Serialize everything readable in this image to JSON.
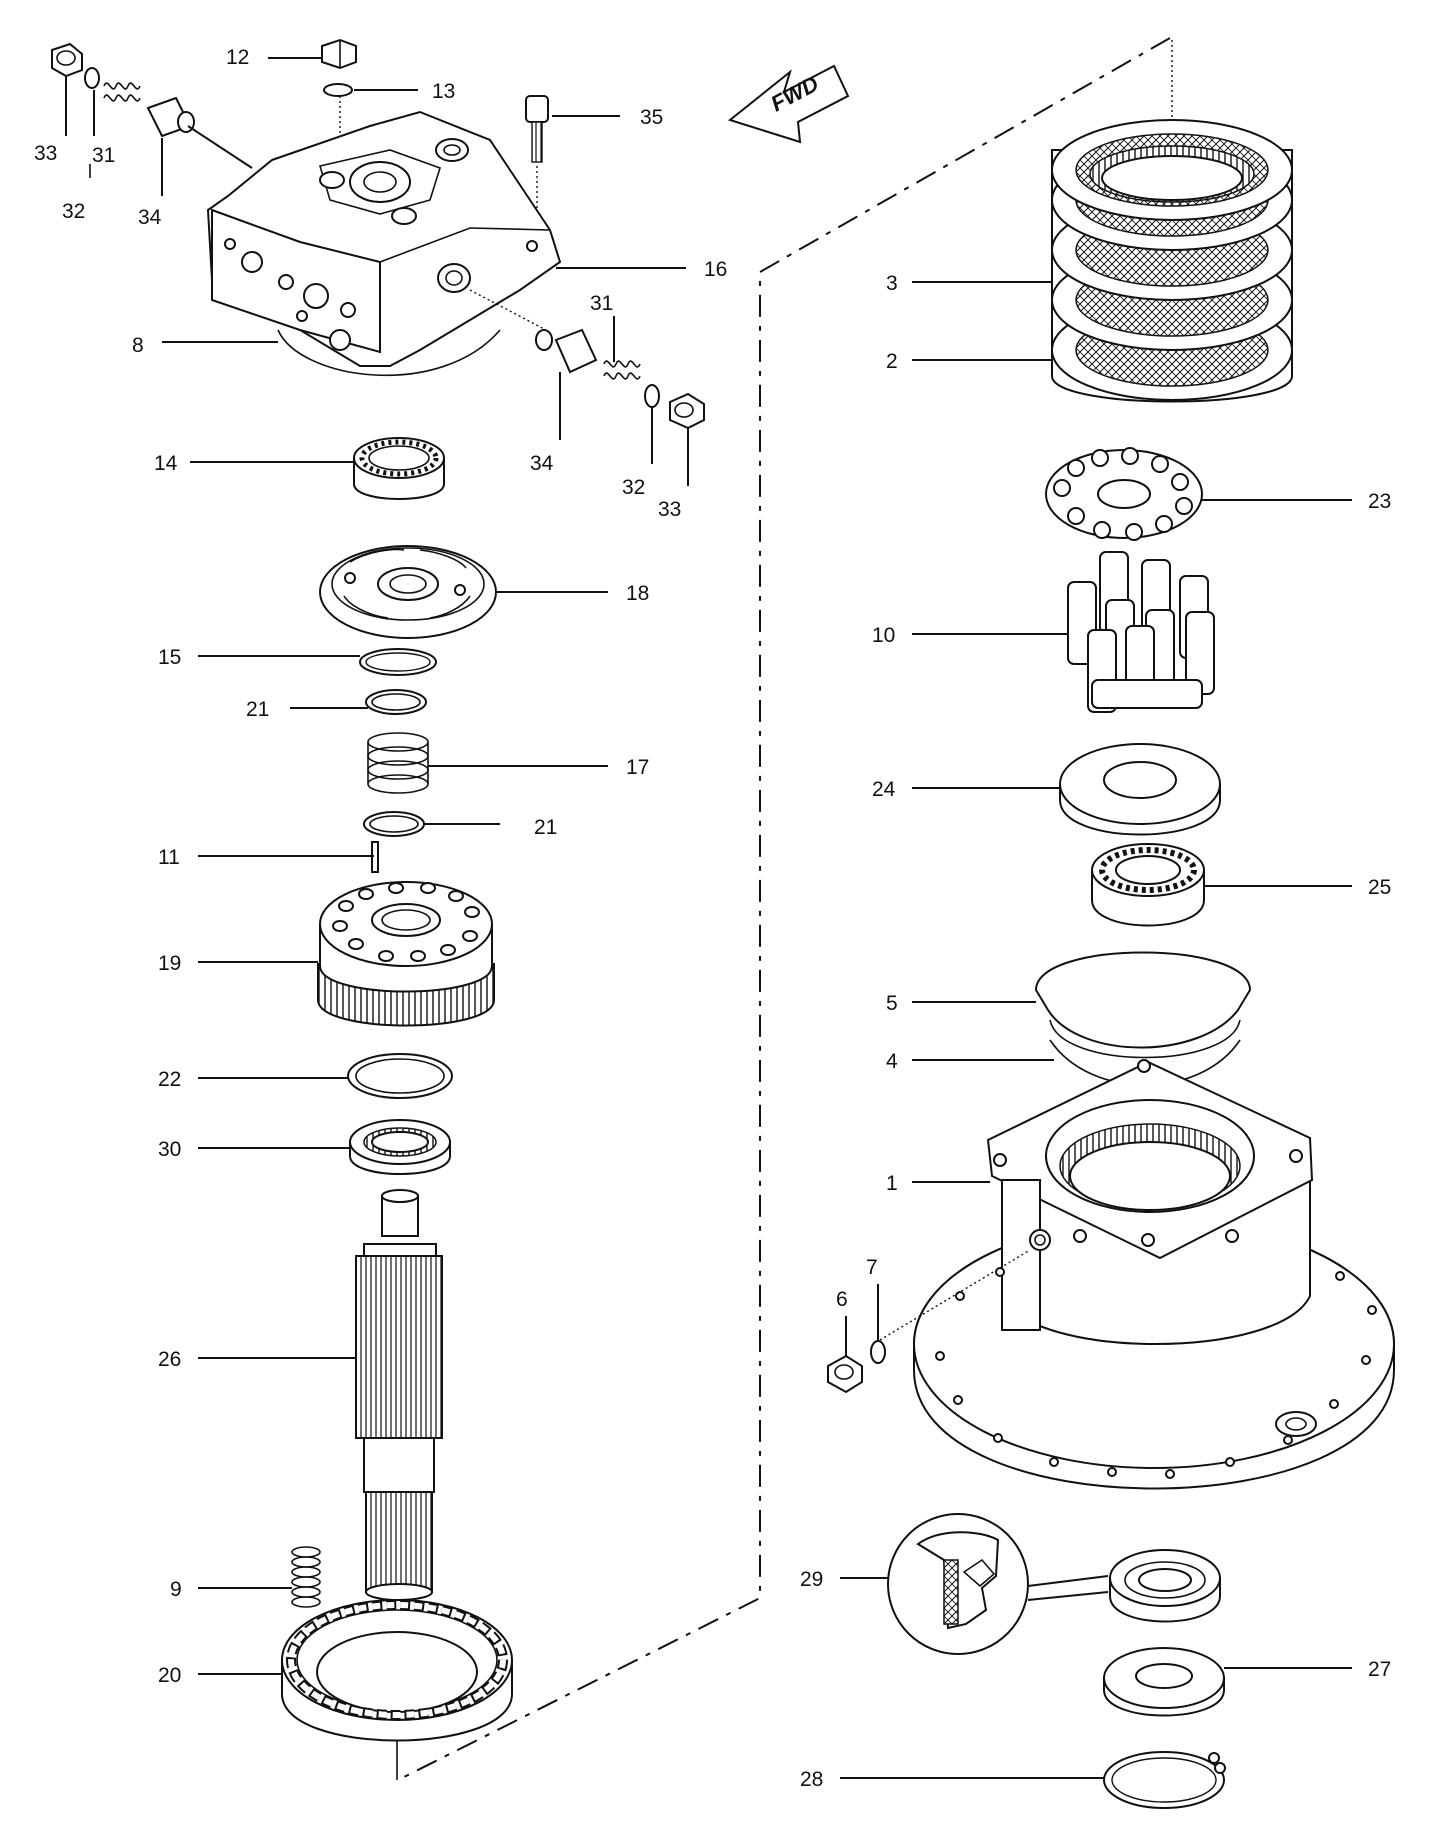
{
  "direction_marker": "FWD",
  "callouts": [
    "1",
    "2",
    "3",
    "4",
    "5",
    "6",
    "7",
    "8",
    "9",
    "10",
    "11",
    "12",
    "13",
    "14",
    "15",
    "16",
    "17",
    "18",
    "19",
    "20",
    "21",
    "21",
    "22",
    "23",
    "24",
    "25",
    "26",
    "27",
    "28",
    "29",
    "30",
    "31",
    "31",
    "32",
    "32",
    "33",
    "33",
    "34",
    "34",
    "35"
  ]
}
